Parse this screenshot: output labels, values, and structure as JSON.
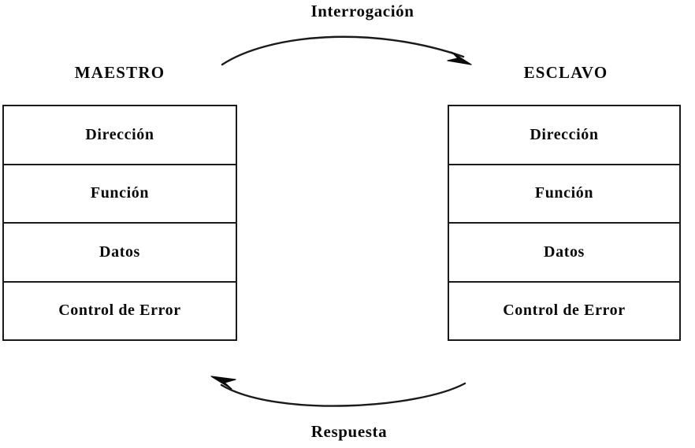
{
  "diagram": {
    "title_query": "Interrogación",
    "title_response": "Respuesta",
    "nodes": {
      "master": {
        "label": "MAESTRO",
        "fields": [
          {
            "label": "Dirección"
          },
          {
            "label": "Función"
          },
          {
            "label": "Datos"
          },
          {
            "label": "Control de Error"
          }
        ]
      },
      "slave": {
        "label": "ESCLAVO",
        "fields": [
          {
            "label": "Dirección"
          },
          {
            "label": "Función"
          },
          {
            "label": "Datos"
          },
          {
            "label": "Control de Error"
          }
        ]
      }
    },
    "arrows": [
      {
        "name": "query-arrow",
        "caption": "Interrogación",
        "direction": "master-to-slave",
        "icon": "curved-arrow-right-icon"
      },
      {
        "name": "response-arrow",
        "caption": "Respuesta",
        "direction": "slave-to-master",
        "icon": "curved-arrow-left-icon"
      }
    ],
    "colors": {
      "stroke": "#1a1a1a",
      "text": "#0a0a0a",
      "background": "#ffffff"
    }
  }
}
